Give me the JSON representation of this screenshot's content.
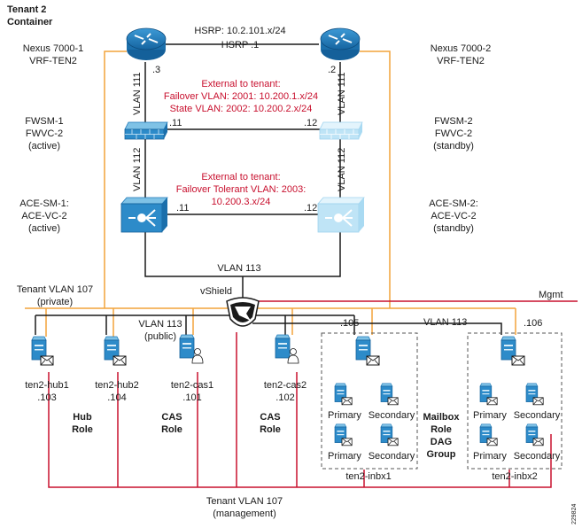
{
  "title_lines": [
    "Tenant 2",
    "Container"
  ],
  "hsrp": {
    "line1": "HSRP: 10.2.101.x/24",
    "line2": "HSRP .1"
  },
  "routers": {
    "left": {
      "name": "Nexus 7000-1",
      "vrf": "VRF-TEN2",
      "addr": ".3"
    },
    "right": {
      "name": "Nexus 7000-2",
      "vrf": "VRF-TEN2",
      "addr": ".2"
    }
  },
  "vlan111": "VLAN 111",
  "vlan112": "VLAN 112",
  "fw_external": {
    "l1": "External to tenant:",
    "l2": "Failover VLAN: 2001: 10.200.1.x/24",
    "l3": "State VLAN: 2002: 10.200.2.x/24"
  },
  "fwsm": {
    "left": {
      "l1": "FWSM-1",
      "l2": "FWVC-2",
      "l3": "(active)",
      "addr": ".11"
    },
    "right": {
      "l1": "FWSM-2",
      "l2": "FWVC-2",
      "l3": "(standby)",
      "addr": ".12"
    }
  },
  "ace_external": {
    "l1": "External to tenant:",
    "l2": "Failover Tolerant VLAN: 2003:",
    "l3": "10.200.3.x/24"
  },
  "ace": {
    "left": {
      "l1": "ACE-SM-1:",
      "l2": "ACE-VC-2",
      "l3": "(active)",
      "addr": ".11"
    },
    "right": {
      "l1": "ACE-SM-2:",
      "l2": "ACE-VC-2",
      "l3": "(standby)",
      "addr": ".12"
    }
  },
  "vlan113": "VLAN 113",
  "vshield": "vShield",
  "mgmt": "Mgmt",
  "tenant_vlan107": {
    "l1": "Tenant VLAN 107",
    "l2": "(private)"
  },
  "vlan113_public": {
    "l1": "VLAN 113",
    "l2": "(public)"
  },
  "vlan113_right": "VLAN 113",
  "inbx_addrs": {
    "a": ".105",
    "b": ".106"
  },
  "servers": [
    {
      "name": "ten2-hub1",
      "addr": ".103"
    },
    {
      "name": "ten2-hub2",
      "addr": ".104"
    },
    {
      "name": "ten2-cas1",
      "addr": ".101"
    },
    {
      "name": "ten2-cas2",
      "addr": ".102"
    }
  ],
  "roles": {
    "hub": [
      "Hub",
      "Role"
    ],
    "cas1": [
      "CAS",
      "Role"
    ],
    "cas2": [
      "CAS",
      "Role"
    ],
    "mailbox": [
      "Mailbox",
      "Role",
      "DAG",
      "Group"
    ]
  },
  "dag": {
    "primary": "Primary",
    "secondary": "Secondary",
    "group1": "ten2-inbx1",
    "group2": "ten2-inbx2"
  },
  "bottom_vlan": {
    "l1": "Tenant VLAN 107",
    "l2": "(management)"
  },
  "figure_id": "229824",
  "colors": {
    "orange": "#f2a33a",
    "red": "#c8102e",
    "black": "#1a1a1a",
    "blue": "#1f7ab8",
    "lightblue": "#a9daf2"
  }
}
